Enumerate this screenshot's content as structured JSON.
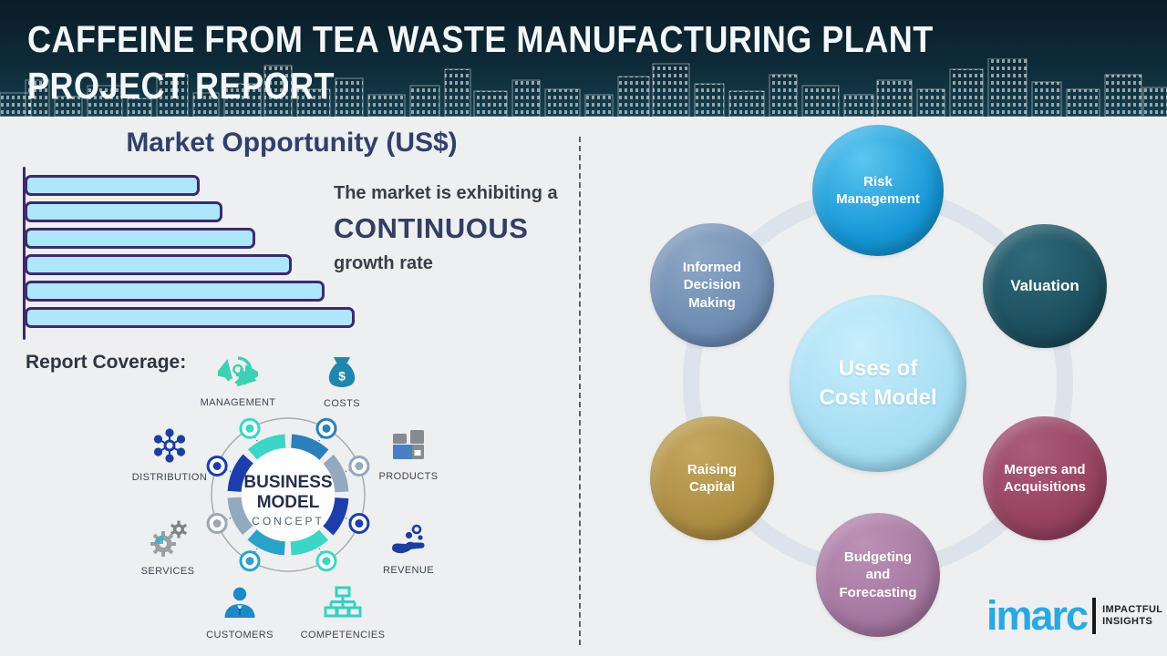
{
  "header": {
    "title_line1": "CAFFEINE FROM TEA WASTE MANUFACTURING PLANT",
    "title_line2": "PROJECT REPORT"
  },
  "left_panel": {
    "section_title": "Market Opportunity (US$)",
    "growth_statement": {
      "prefix": "The market is exhibiting a",
      "highlight": "CONTINUOUS",
      "suffix": "growth rate"
    },
    "report_coverage_label": "Report Coverage:",
    "business_model": {
      "center_title_line1": "BUSINESS",
      "center_title_line2": "MODEL",
      "center_subtitle": "CONCEPT",
      "items": [
        "MANAGEMENT",
        "COSTS",
        "DISTRIBUTION",
        "PRODUCTS",
        "SERVICES",
        "REVENUE",
        "CUSTOMERS",
        "COMPETENCIES"
      ],
      "ring_colors": {
        "teal": "#3bd6c6",
        "steel_blue": "#2c7fba",
        "gray_blue": "#93a9c0",
        "royal_blue": "#1c3ead",
        "teal_blue": "#2aa3c9"
      }
    }
  },
  "chart_data": {
    "type": "bar",
    "orientation": "horizontal",
    "title": "Market Opportunity (US$)",
    "xlabel": "",
    "ylabel": "",
    "categories": [
      "",
      "",
      "",
      "",
      "",
      ""
    ],
    "values": [
      53,
      60,
      70,
      81,
      91,
      100
    ],
    "units": "relative bar length, percent of longest bar (no numeric axis labels shown)",
    "bar_fill": "#aee7fb",
    "bar_border": "#3d2a6e",
    "grid": false,
    "legend": false,
    "annotation": "The market is exhibiting a CONTINUOUS growth rate"
  },
  "right_panel": {
    "center_bubble": {
      "label": "Uses of Cost Model",
      "lines": [
        "Uses of",
        "Cost Model"
      ],
      "color": "#a2dcf3"
    },
    "bubbles": [
      {
        "label": "Risk Management",
        "lines": [
          "Risk",
          "Management"
        ],
        "color": "#1697d6"
      },
      {
        "label": "Informed Decision Making",
        "lines": [
          "Informed",
          "Decision",
          "Making"
        ],
        "color": "#6e8cb2"
      },
      {
        "label": "Valuation",
        "lines": [
          "Valuation"
        ],
        "color": "#1c4f5e"
      },
      {
        "label": "Raising Capital",
        "lines": [
          "Raising",
          "Capital"
        ],
        "color": "#ac8d42"
      },
      {
        "label": "Mergers and Acquisitions",
        "lines": [
          "Mergers and",
          "Acquisitions"
        ],
        "color": "#96425f"
      },
      {
        "label": "Budgeting and Forecasting",
        "lines": [
          "Budgeting",
          "and",
          "Forecasting"
        ],
        "color": "#a477a0"
      }
    ]
  },
  "brand": {
    "logo_text": "imarc",
    "tagline_line1": "IMPACTFUL",
    "tagline_line2": "INSIGHTS",
    "logo_color": "#2aa9e1"
  }
}
